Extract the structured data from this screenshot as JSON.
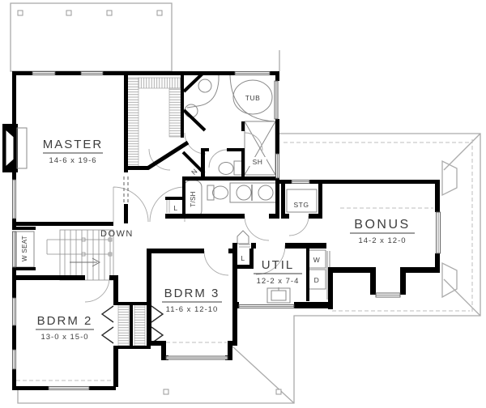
{
  "plan": {
    "rooms": {
      "master": {
        "name": "MASTER",
        "dims": "14-6 x 19-6"
      },
      "bdrm2": {
        "name": "BDRM 2",
        "dims": "13-0 x 15-0"
      },
      "bdrm3": {
        "name": "BDRM 3",
        "dims": "11-6 x 12-10"
      },
      "bonus": {
        "name": "BONUS",
        "dims": "14-2 x 12-0"
      },
      "util": {
        "name": "UTIL",
        "dims": "12-2 x 7-4"
      }
    },
    "labels": {
      "tub": "TUB",
      "shower": "SH",
      "tub_shower": "T/SH",
      "storage": "STG",
      "down": "DOWN",
      "window_seat": "W SEAT",
      "linen_n": "N",
      "linen_l_hall": "L",
      "linen_l_upper": "L",
      "washer": "W",
      "dryer": "D"
    },
    "colors": {
      "wall": "#000000",
      "roof_line": "#ababab",
      "fixture_line": "#8a8a8a",
      "dashed_line": "#bdbdbd",
      "text": "#3d3d3d",
      "background": "#ffffff"
    }
  }
}
